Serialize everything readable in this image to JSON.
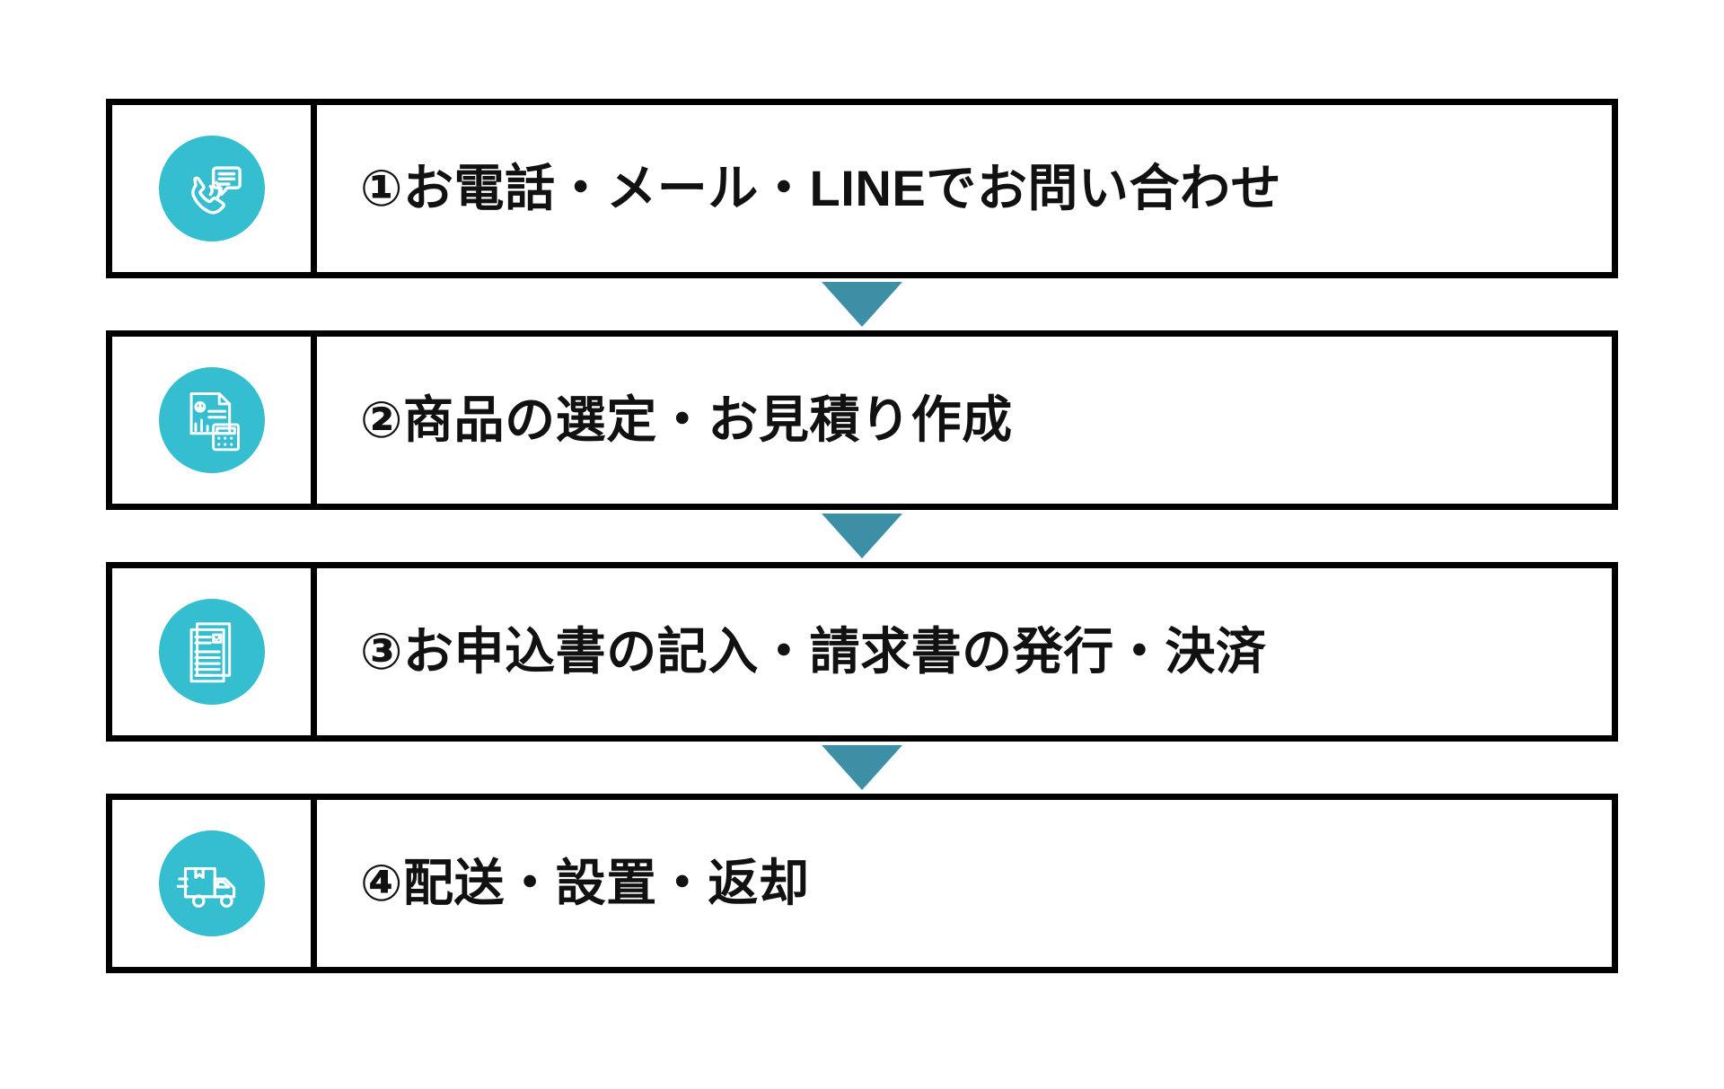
{
  "diagram": {
    "title": "flow-steps",
    "colors": {
      "icon_circle": "#35bdd0",
      "icon_glyph": "#ffffff",
      "box_border": "#000000",
      "arrow": "#3d8fa5",
      "text": "#111111",
      "background": "#ffffff"
    },
    "steps": [
      {
        "number": "①",
        "label": "①お電話・メール・LINEでお問い合わせ",
        "icon": "phone-chat-icon"
      },
      {
        "number": "②",
        "label": "②商品の選定・お見積り作成",
        "icon": "invoice-calculator-icon"
      },
      {
        "number": "③",
        "label": "③お申込書の記入・請求書の発行・決済",
        "icon": "document-check-icon"
      },
      {
        "number": "④",
        "label": "④配送・設置・返却",
        "icon": "delivery-truck-icon"
      }
    ],
    "connectors": [
      {
        "icon": "arrow-down-icon"
      },
      {
        "icon": "arrow-down-icon"
      },
      {
        "icon": "arrow-down-icon"
      }
    ]
  }
}
